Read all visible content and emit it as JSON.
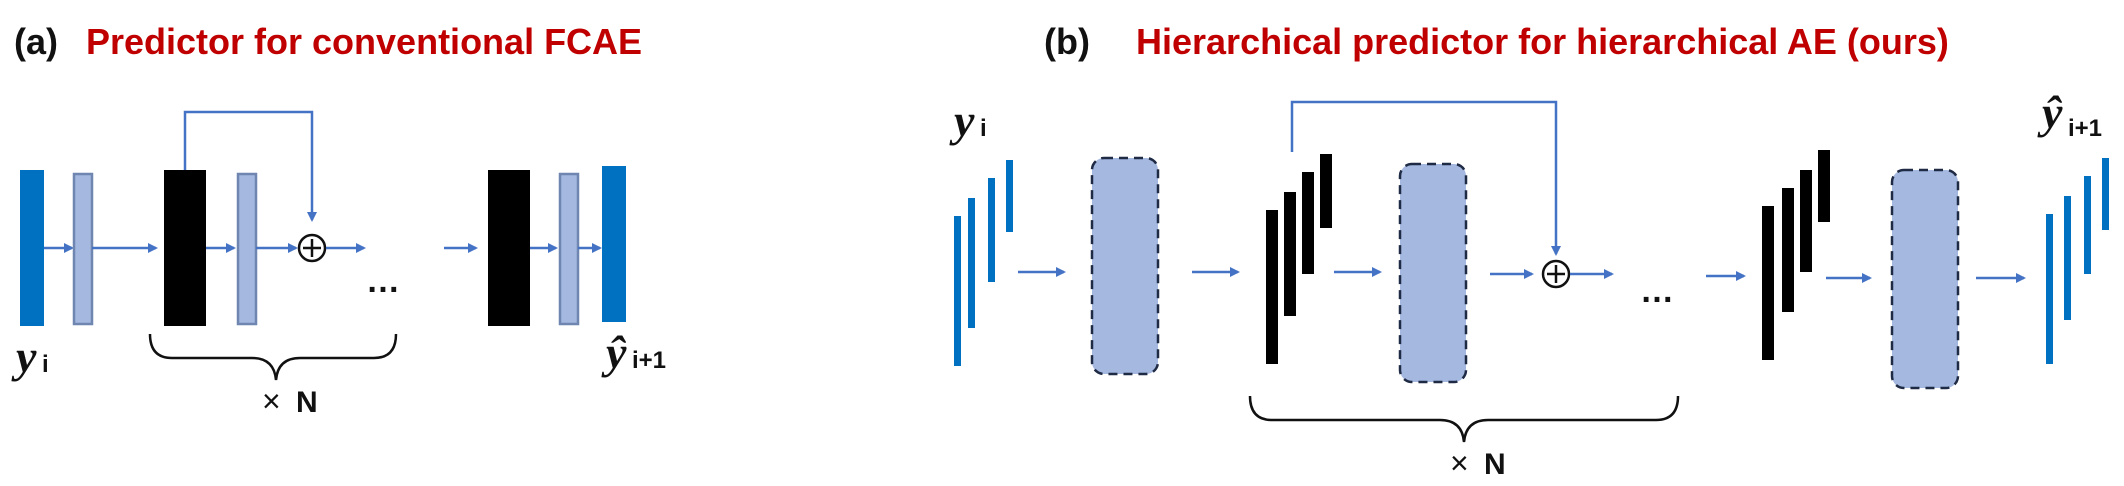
{
  "panel_a": {
    "letter": "(a)",
    "title": "Predictor for conventional FCAE",
    "input_var": "y",
    "input_sub": "i",
    "output_var": "ŷ",
    "output_sub": "i+1",
    "repeat_times": "×",
    "repeat_n": "N",
    "ellipsis": "…",
    "sum_symbol": "⊕"
  },
  "panel_b": {
    "letter": "(b)",
    "title": "Hierarchical predictor for hierarchical AE (ours)",
    "input_var": "y",
    "input_sub": "i",
    "output_var": "ŷ",
    "output_sub": "i+1",
    "repeat_times": "×",
    "repeat_n": "N",
    "ellipsis": "…",
    "sum_symbol": "⊕"
  },
  "colors": {
    "blue_bar": "#0070c0",
    "light_block": "#a4b8e0",
    "block_border": "#6f86b0",
    "black_block": "#000000",
    "arrow": "#4472c4",
    "title_red": "#c00000"
  }
}
